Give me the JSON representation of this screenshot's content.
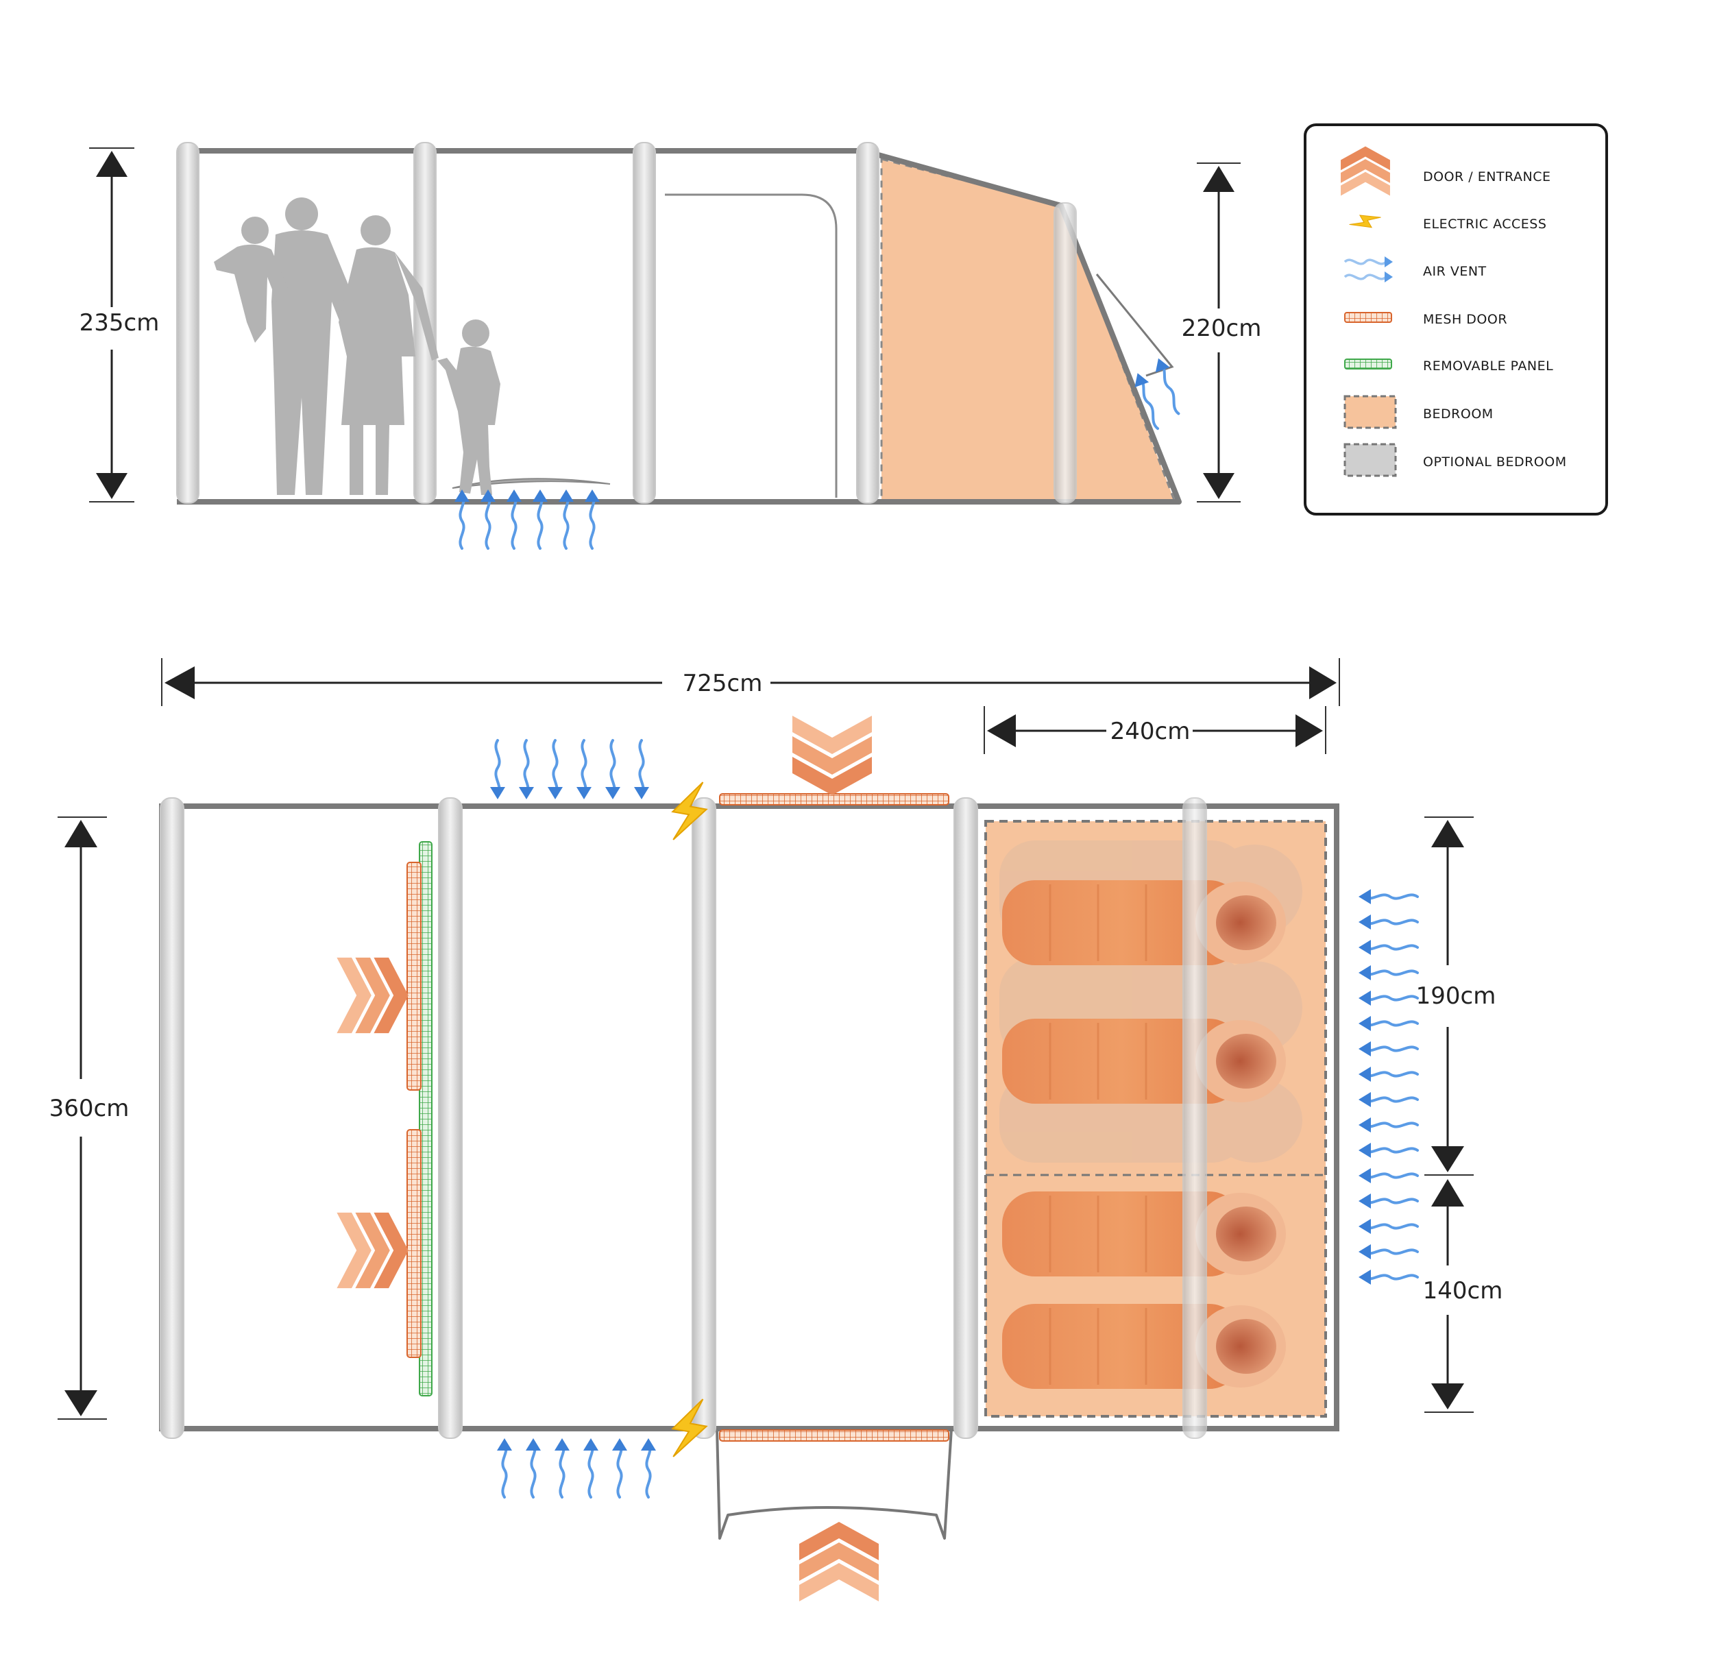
{
  "side_view": {
    "height_left": "235cm",
    "height_right": "220cm"
  },
  "floor_plan": {
    "total_length": "725cm",
    "bedroom_length": "240cm",
    "total_width": "360cm",
    "bedroom_width_1": "190cm",
    "bedroom_width_2": "140cm"
  },
  "legend": {
    "items": [
      {
        "label": "DOOR / ENTRANCE",
        "icon": "door-entrance-icon"
      },
      {
        "label": "ELECTRIC ACCESS",
        "icon": "electric-access-icon"
      },
      {
        "label": "AIR VENT",
        "icon": "air-vent-icon"
      },
      {
        "label": "MESH DOOR",
        "icon": "mesh-door-icon"
      },
      {
        "label": "REMOVABLE PANEL",
        "icon": "removable-panel-icon"
      },
      {
        "label": "BEDROOM",
        "icon": "bedroom-swatch"
      },
      {
        "label": "OPTIONAL BEDROOM",
        "icon": "optional-bedroom-swatch"
      }
    ]
  },
  "colors": {
    "bedroom": "#f6c39c",
    "optional_bedroom": "#cfcfcf",
    "door": "#e8895a",
    "electric": "#f7c21c",
    "air_vent": "#5a9be6",
    "mesh_door": "#d8642c",
    "removable_panel": "#3fa84a",
    "frame": "#7a7a7a",
    "beam": "#d8d8d8"
  }
}
